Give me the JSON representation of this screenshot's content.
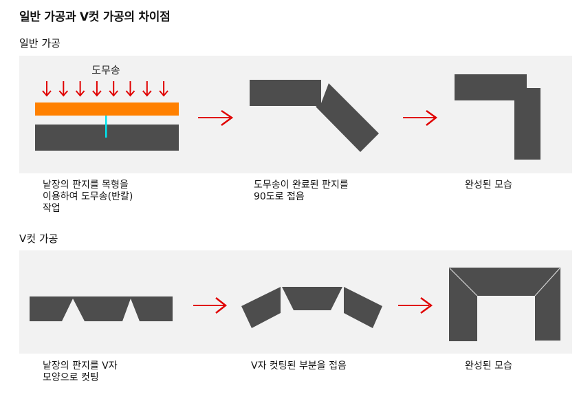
{
  "title": "일반 가공과 V컷 가공의 차이점",
  "colors": {
    "panel_bg": "#f2f2f2",
    "sheet": "#4d4d4d",
    "mold": "#ff8000",
    "blade": "#00e5ee",
    "arrow": "#e00000"
  },
  "sections": [
    {
      "title": "일반 가공",
      "press_label": "도무송",
      "press_arrow_count": 8,
      "captions": [
        "낱장의 판지를 목형을\n이용하여 도무송(반칼)\n작업",
        "도무송이 완료된 판지를\n90도로 접음",
        "완성된 모습"
      ]
    },
    {
      "title": "V컷 가공",
      "captions": [
        "낱장의 판지를 V자\n모양으로 컷팅",
        "V자 컷팅된 부분을 접음",
        "완성된 모습"
      ]
    }
  ],
  "icons": {
    "step_arrow": "right-arrow-icon",
    "press_arrow": "down-arrow-icon"
  }
}
